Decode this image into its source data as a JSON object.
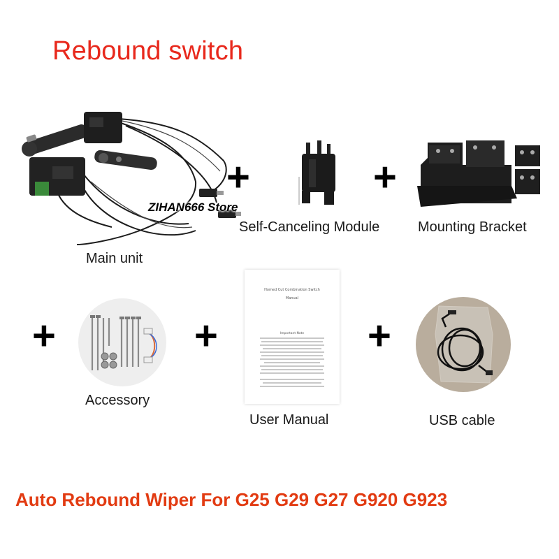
{
  "title": "Rebound switch",
  "footer": "Auto Rebound Wiper For G25 G29 G27 G920 G923",
  "watermark": "ZIHAN666 Store",
  "plus_sign": "+",
  "items": [
    {
      "label": "Main unit"
    },
    {
      "label": "Self-Canceling Module"
    },
    {
      "label": "Mounting Bracket"
    },
    {
      "label": "Accessory"
    },
    {
      "label": "User Manual"
    },
    {
      "label": "USB cable"
    }
  ],
  "manual": {
    "heading": "Homed Cut Combination Switch",
    "subheading": "Manual",
    "section": "Important Note"
  },
  "colors": {
    "title": "#e8281c",
    "footer": "#e23b12"
  }
}
